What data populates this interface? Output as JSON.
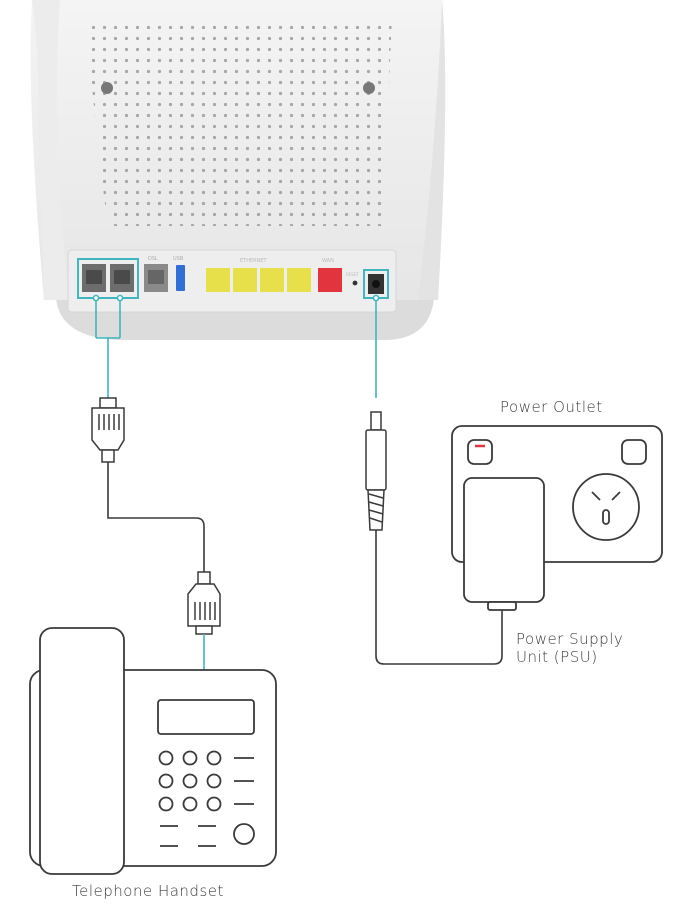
{
  "labels": {
    "power_outlet": "Power Outlet",
    "psu_line1": "Power Supply",
    "psu_line2": "Unit (PSU)",
    "telephone_handset": "Telephone Handset"
  },
  "router_port_labels": {
    "phone": "",
    "dsl": "DSL",
    "usb": "USB",
    "ethernet": "ETHERNET",
    "wan": "WAN",
    "reset": "RESET",
    "power": ""
  },
  "colors": {
    "cable_highlight": "#3fb6c0",
    "line_art": "#3a3a3a",
    "ethernet_ports": "#e8e04a",
    "wan_port": "#e2343c",
    "usb_port": "#2f6fd6",
    "outlet_switch": "#e2343c"
  },
  "icons": {
    "router": "router-rear-panel",
    "phone_plug": "rj11-plug-icon",
    "dc_plug": "dc-barrel-plug-icon",
    "outlet": "power-outlet-icon",
    "psu": "power-supply-icon",
    "phone": "telephone-handset-icon"
  }
}
